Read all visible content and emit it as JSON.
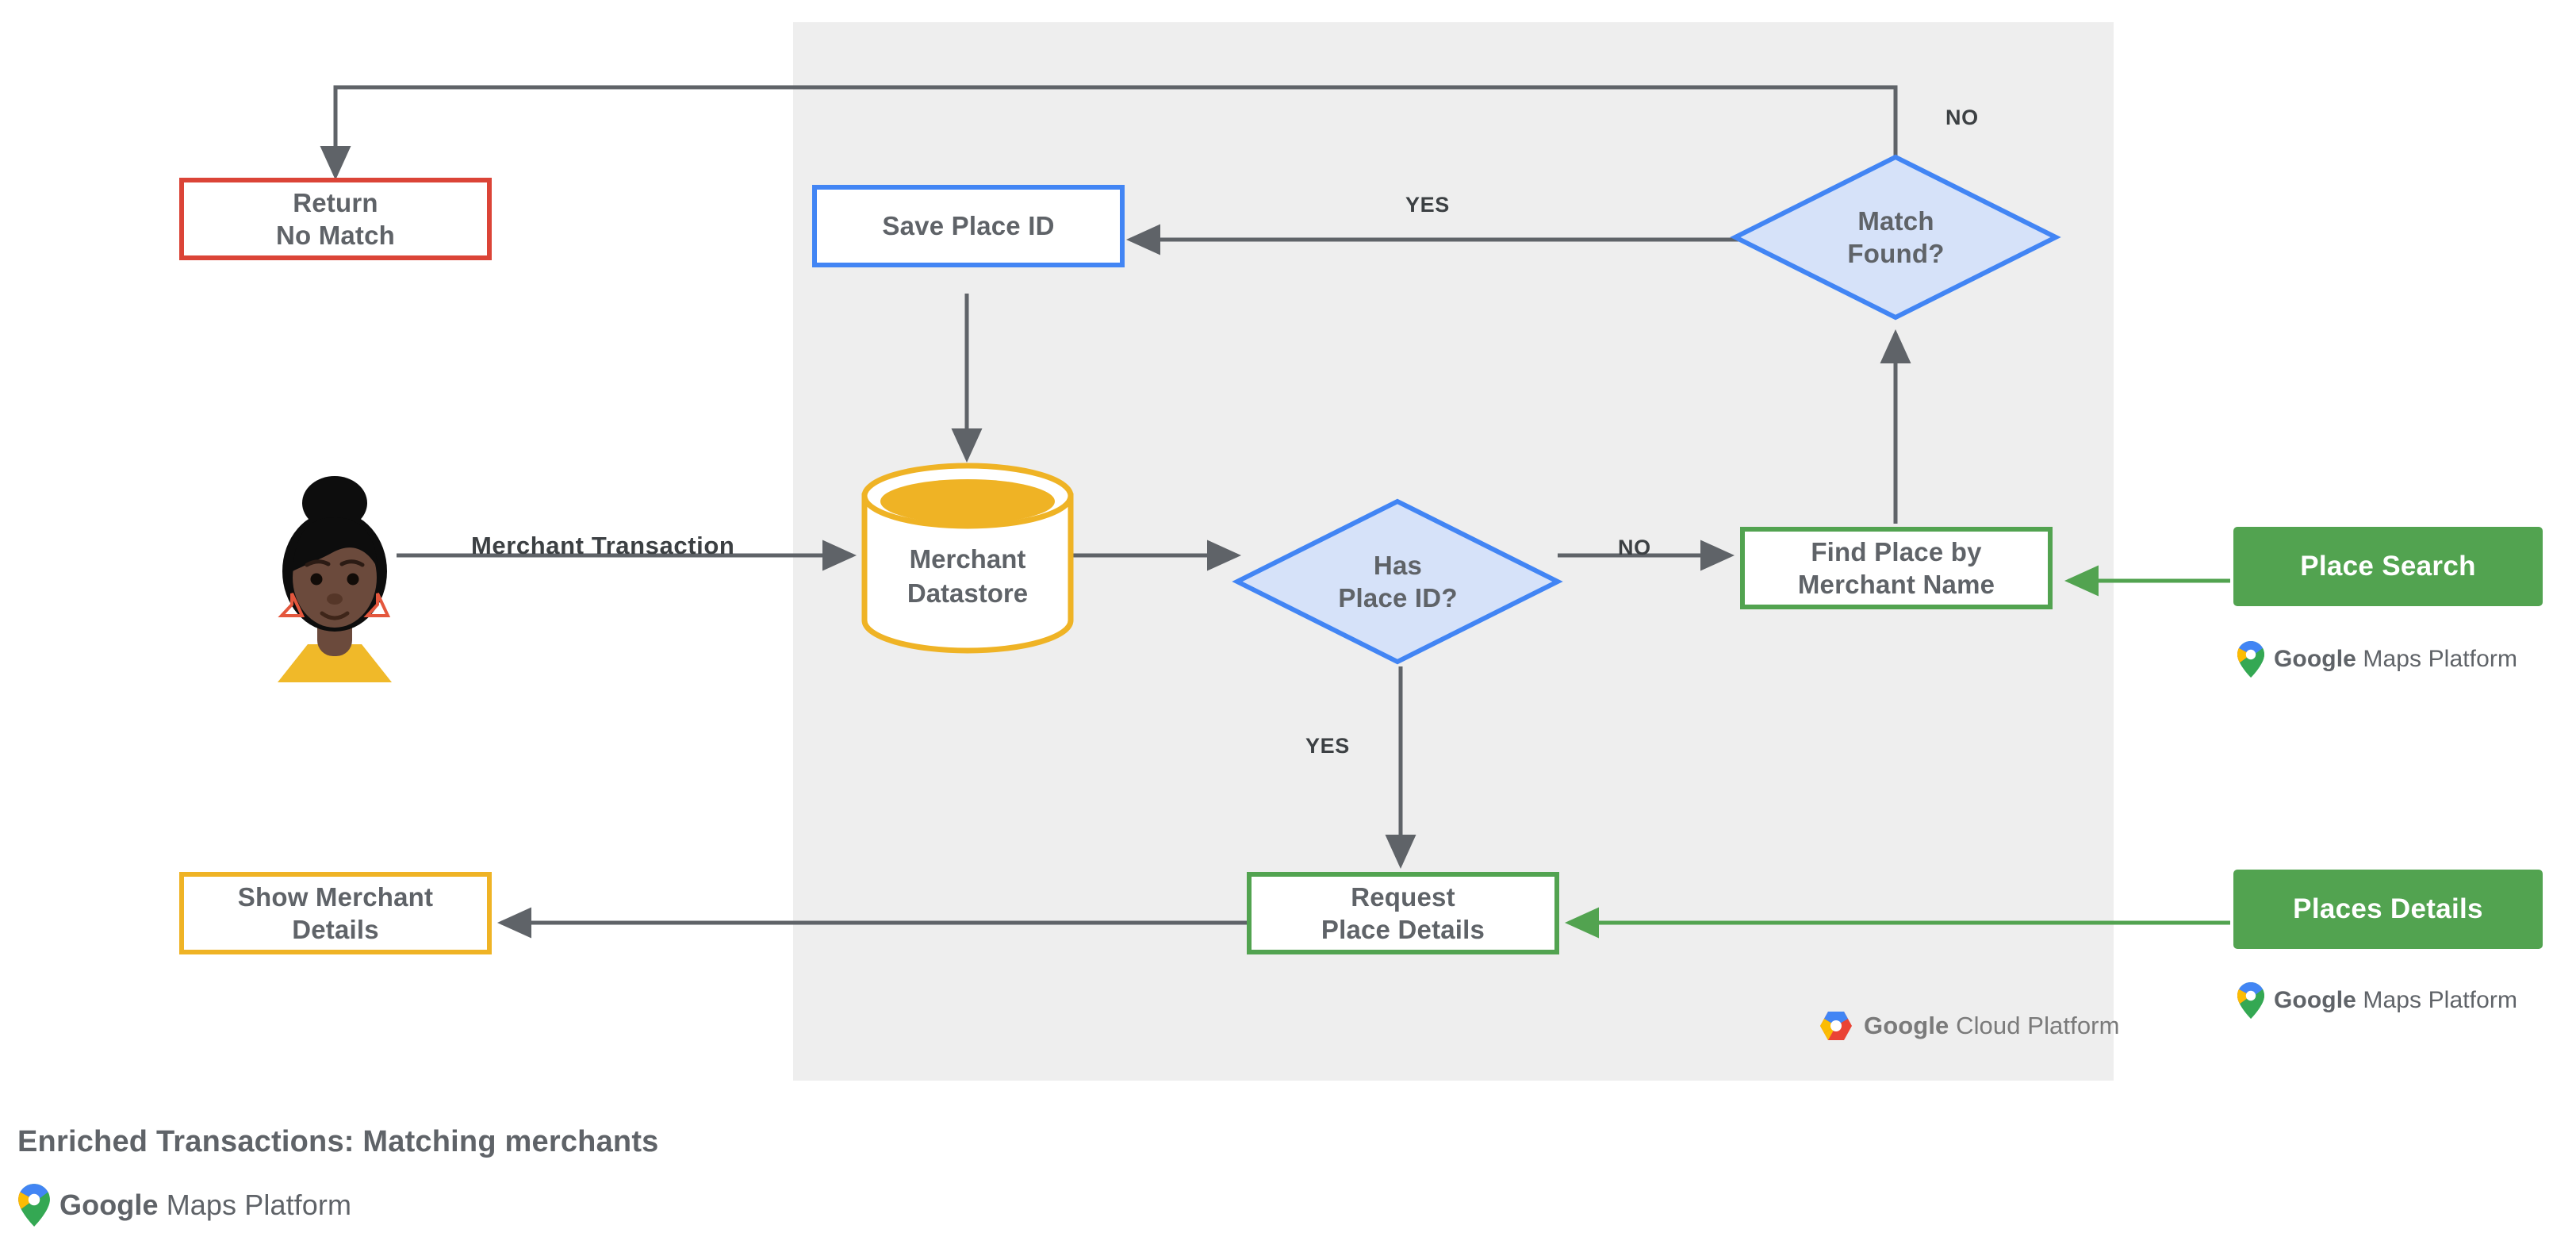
{
  "diagram": {
    "title": "Enriched Transactions: Matching merchants",
    "panel_label": "Google Cloud Platform",
    "colors": {
      "panel_bg": "#eeeeee",
      "red": "#DB4437",
      "blue": "#4285F4",
      "blue_fill": "#D6E2F9",
      "green": "#52A350",
      "amber": "#EFB325",
      "connector": "#5f6368",
      "text": "#5f6368"
    }
  },
  "nodes": {
    "return_no_match": {
      "label": "Return\nNo Match",
      "shape": "process",
      "color": "red"
    },
    "save_place_id": {
      "label": "Save Place ID",
      "shape": "process",
      "color": "blue"
    },
    "merchant_datastore": {
      "label": "Merchant\nDatastore",
      "shape": "datastore",
      "color": "amber"
    },
    "has_place_id": {
      "label": "Has\nPlace ID?",
      "shape": "decision",
      "color": "blue"
    },
    "match_found": {
      "label": "Match\nFound?",
      "shape": "decision",
      "color": "blue"
    },
    "find_place_by_merchant_name": {
      "label": "Find Place by\nMerchant Name",
      "shape": "process",
      "color": "green"
    },
    "request_place_details": {
      "label": "Request\nPlace Details",
      "shape": "process",
      "color": "green"
    },
    "show_merchant_details": {
      "label": "Show Merchant\nDetails",
      "shape": "process",
      "color": "amber"
    },
    "place_search": {
      "label": "Place Search",
      "shape": "chip",
      "color": "green"
    },
    "places_details": {
      "label": "Places Details",
      "shape": "chip",
      "color": "green"
    },
    "actor": {
      "label": "",
      "shape": "avatar"
    }
  },
  "edge_labels": {
    "merchant_transaction": "Merchant Transaction",
    "yes_match_found": "YES",
    "no_match_found": "NO",
    "no_has_place_id": "NO",
    "yes_has_place_id": "YES"
  },
  "logos": {
    "maps_platform": {
      "google": "Google",
      "rest": " Maps Platform"
    },
    "cloud_platform": {
      "google": "Google",
      "rest": " Cloud Platform"
    }
  }
}
